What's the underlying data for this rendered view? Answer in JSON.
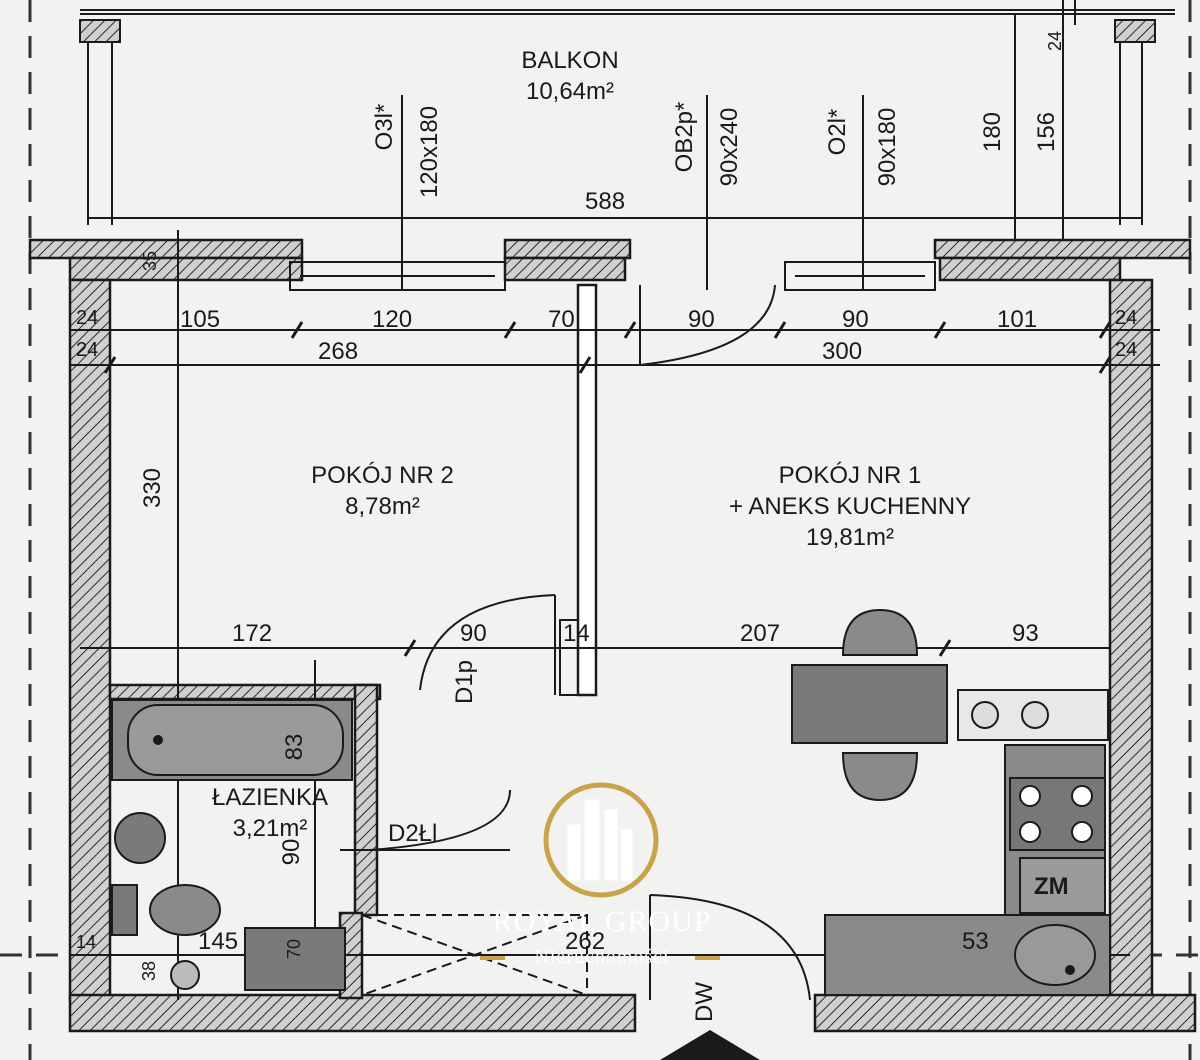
{
  "rooms": {
    "balkon": {
      "name": "BALKON",
      "area": "10,64m²"
    },
    "pokoj2": {
      "name": "POKÓJ NR 2",
      "area": "8,78m²"
    },
    "pokoj1": {
      "name": "POKÓJ NR 1",
      "extra": "+ ANEKS KUCHENNY",
      "area": "19,81m²"
    },
    "lazienka": {
      "name": "ŁAZIENKA",
      "area": "3,21m²"
    }
  },
  "windows": [
    {
      "code": "O3l*",
      "size": "120x180"
    },
    {
      "code": "OB2p*",
      "size": "90x240"
    },
    {
      "code": "O2l*",
      "size": "90x180"
    }
  ],
  "doors": {
    "d1": "D1p",
    "d2": "D2Łl",
    "dw": "DW"
  },
  "fixtures": {
    "fridge": "ZM"
  },
  "dimensions": {
    "balcony_width": "588",
    "balcony_depth_a": "180",
    "balcony_depth_b": "156",
    "top_small": "24",
    "wall_top_l": "24",
    "wall_top_l2": "24",
    "wall_top_r": "24",
    "wall_top_r2": "24",
    "row1": [
      "105",
      "120",
      "70",
      "90",
      "90",
      "101"
    ],
    "row2": [
      "268",
      "300"
    ],
    "left_height": "330",
    "mid_row": [
      "172",
      "90",
      "14",
      "207",
      "93"
    ],
    "bath_tub": "83",
    "bath_height": "90",
    "bottom_row": [
      "145",
      "262",
      "53"
    ],
    "bottom_small_a": "70",
    "bottom_small_b": "38",
    "bottom_corner": "14",
    "balcony_gap": "35"
  },
  "brand": {
    "name": "ROYAL GROUP",
    "sub": "Nieruchomości"
  },
  "colors": {
    "wall_fill": "#b8b8b8",
    "line": "#1a1a1a",
    "fixture": "#7a7a7a",
    "gold": "#c9a24a"
  }
}
